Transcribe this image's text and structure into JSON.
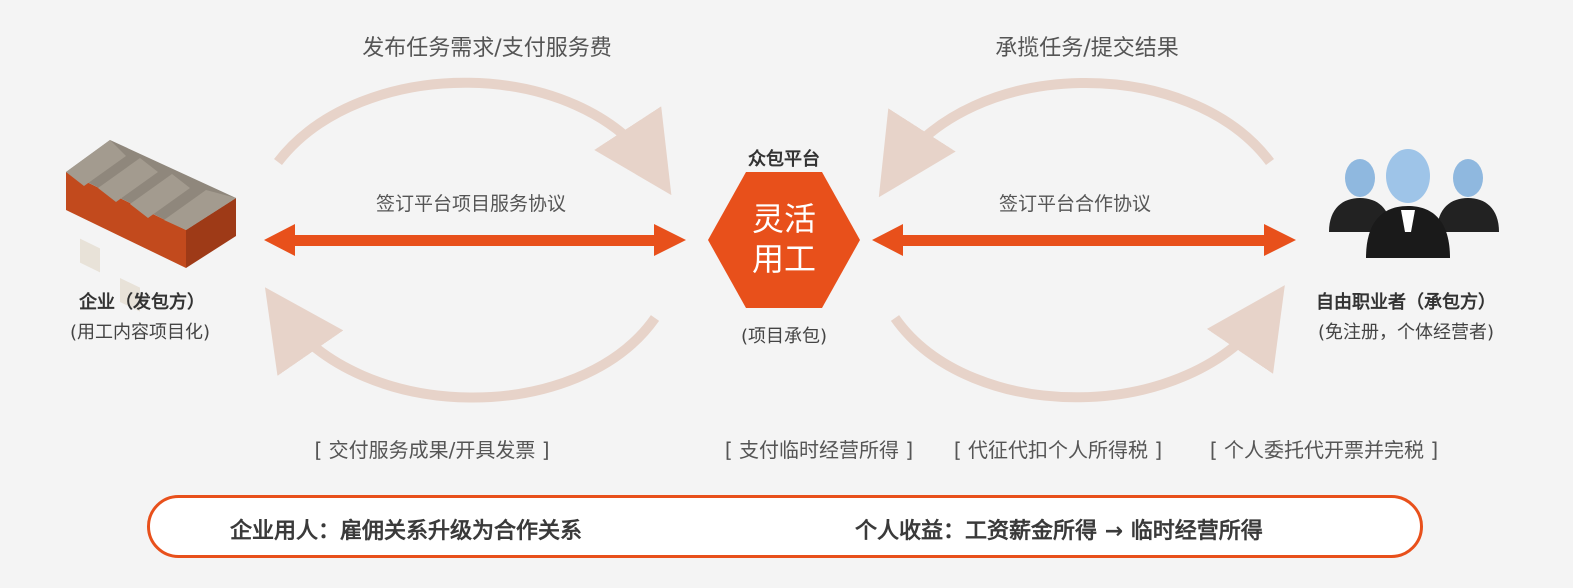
{
  "top_labels": {
    "left": "发布任务需求/支付服务费",
    "right": "承揽任务/提交结果"
  },
  "agreement_labels": {
    "left": "签订平台项目服务协议",
    "right": "签订平台合作协议"
  },
  "enterprise": {
    "title": "企业（发包方）",
    "subtitle": "(用工内容项目化)"
  },
  "platform": {
    "caption": "众包平台",
    "hex_line1": "灵活",
    "hex_line2": "用工",
    "subtitle": "(项目承包)"
  },
  "freelancer": {
    "title": "自由职业者（承包方）",
    "subtitle": "(免注册，个体经营者)"
  },
  "bottom_labels": {
    "left": "[ 交付服务成果/开具发票 ]",
    "right_1": "[ 支付临时经营所得 ]",
    "right_2": "[ 代征代扣个人所得税 ]",
    "right_3": "[ 个人委托代开票并完税 ]"
  },
  "summary": {
    "left": "企业用人：雇佣关系升级为合作关系",
    "right": "个人收益：工资薪金所得  →  临时经营所得"
  },
  "colors": {
    "accent": "#e8501b",
    "curve": "#e7d3c9",
    "background": "#f4f4f4"
  }
}
